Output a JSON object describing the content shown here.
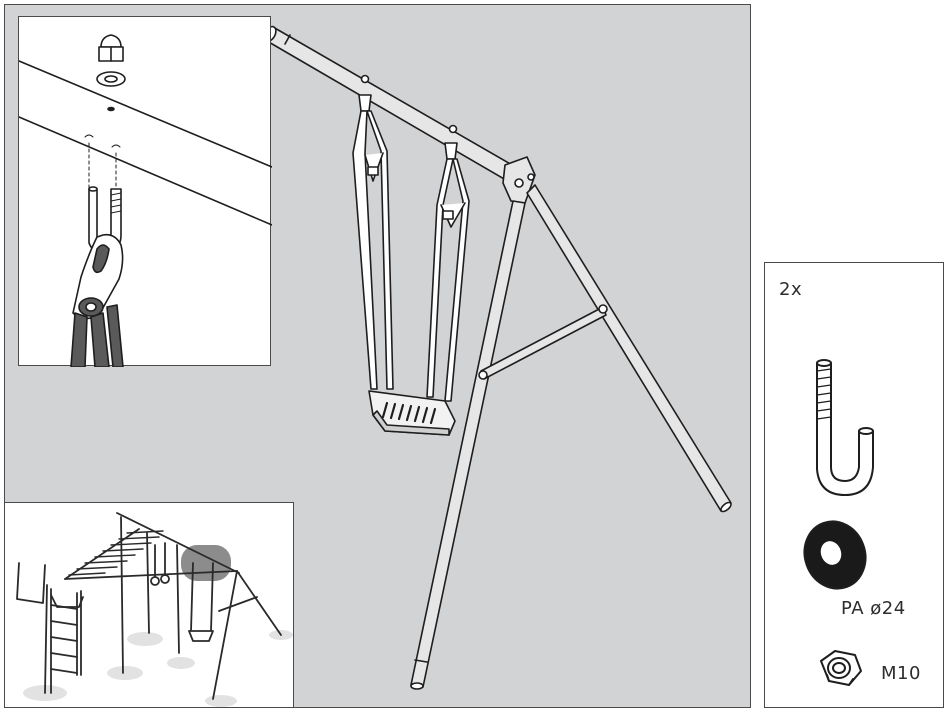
{
  "parts_list": {
    "quantity": "2x",
    "washer_label": "PA ø24",
    "nut_label": "M10"
  },
  "colors": {
    "panel_background": "#d2d3d4",
    "line": "#1e1e1e",
    "strap": "#5a5a5a",
    "highlight": "#8c8c8c"
  },
  "icons": [
    "hook-bolt-icon",
    "washer-icon",
    "cap-nut-icon",
    "swing-seat-icon"
  ]
}
